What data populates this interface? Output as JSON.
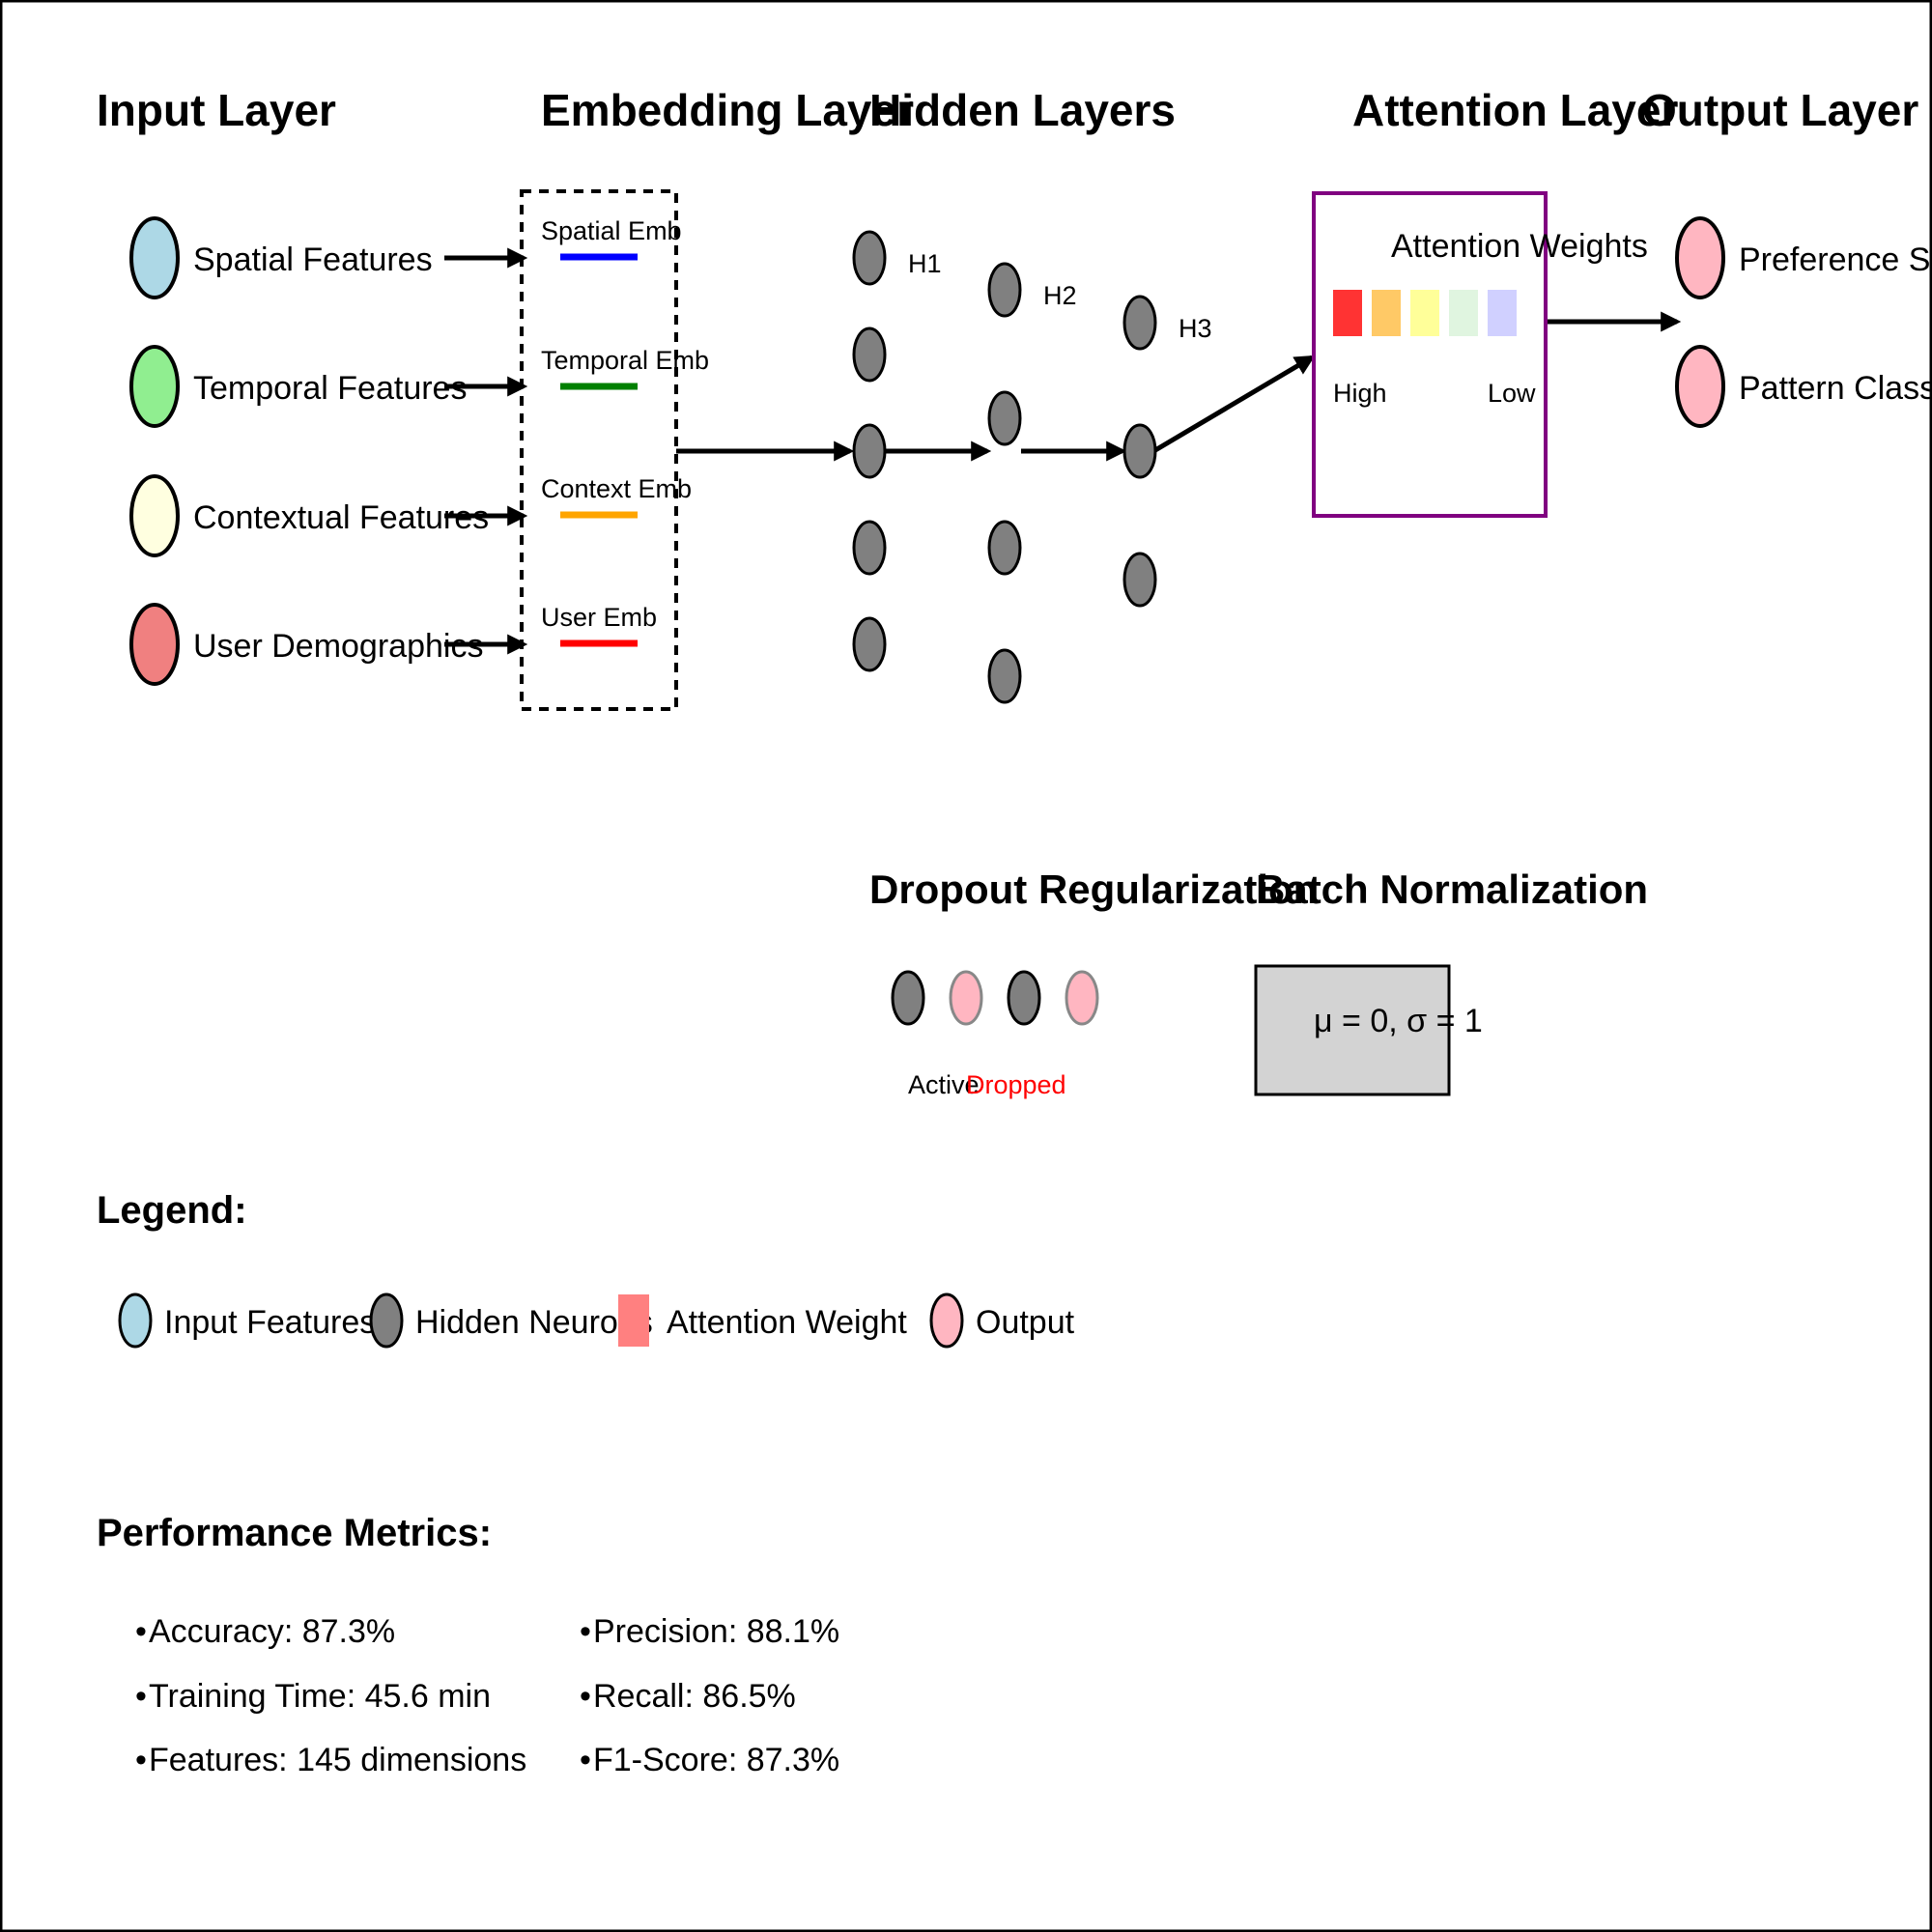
{
  "layers": {
    "input": "Input Layer",
    "embedding": "Embedding Layer",
    "hidden": "Hidden Layers",
    "attention": "Attention Layer",
    "output": "Output Layer"
  },
  "inputs": [
    {
      "label": "Spatial Features",
      "color": "#add8e6"
    },
    {
      "label": "Temporal Features",
      "color": "#90ee90"
    },
    {
      "label": "Contextual Features",
      "color": "#ffffe0"
    },
    {
      "label": "User Demographics",
      "color": "#f08080"
    }
  ],
  "embeddings": [
    {
      "label": "Spatial Emb",
      "color": "#0000ff"
    },
    {
      "label": "Temporal Emb",
      "color": "#008000"
    },
    {
      "label": "Context Emb",
      "color": "#ffa500"
    },
    {
      "label": "User Emb",
      "color": "#ff0000"
    }
  ],
  "hidden_layers": [
    "H1",
    "H2",
    "H3"
  ],
  "attention": {
    "title": "Attention Weights",
    "high": "High",
    "low": "Low",
    "colors": [
      "#ff3333",
      "#ffc966",
      "#ffff99",
      "#e0f5e0",
      "#d0d0ff"
    ]
  },
  "outputs": [
    {
      "label": "Preference Score",
      "color": "#ffb6c1"
    },
    {
      "label": "Pattern Class",
      "color": "#ffb6c1"
    }
  ],
  "dropout": {
    "title": "Dropout Regularization",
    "active": "Active",
    "dropped": "Dropped"
  },
  "batchnorm": {
    "title": "Batch Normalization",
    "formula": "μ = 0, σ = 1"
  },
  "legend": {
    "title": "Legend:",
    "items": [
      {
        "label": "Input Features",
        "color": "#add8e6"
      },
      {
        "label": "Hidden Neurons",
        "color": "#808080"
      },
      {
        "label": "Attention Weight",
        "color": "#ff8080"
      },
      {
        "label": "Output",
        "color": "#ffb6c1"
      }
    ]
  },
  "metrics": {
    "title": "Performance Metrics:",
    "left": [
      "Accuracy: 87.3%",
      "Training Time: 45.6 min",
      "Features: 145 dimensions"
    ],
    "right": [
      "Precision: 88.1%",
      "Recall: 86.5%",
      "F1-Score: 87.3%"
    ]
  }
}
